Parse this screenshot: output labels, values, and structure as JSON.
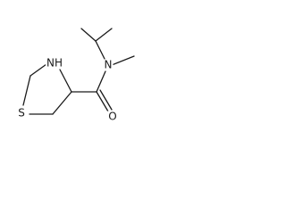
{
  "molecule": {
    "atoms": {
      "nitrogen_amide": "N",
      "nh": "NH",
      "sulfur": "S",
      "oxygen": "O"
    }
  },
  "colors": {
    "bond": "#1a1a1a",
    "background": "#ffffff"
  }
}
